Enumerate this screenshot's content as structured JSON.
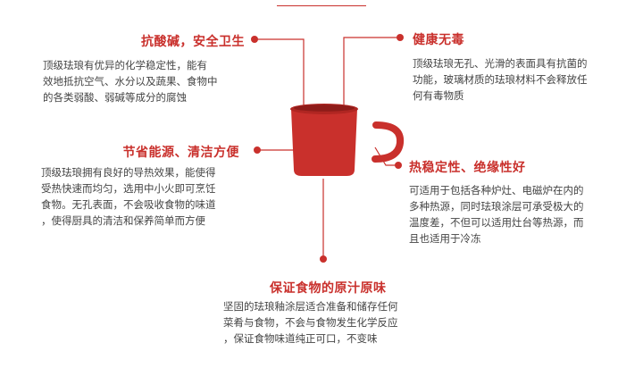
{
  "accent_color": "#c9302c",
  "icon": "red-enamel-mug-icon",
  "sections": {
    "top_left": {
      "title": "抗酸碱，安全卫生",
      "lines": [
        "顶级珐琅有优异的化学稳定性，能有",
        "效地抵抗空气、水分以及蔬果、食物中",
        "的各类弱酸、弱碱等成分的腐蚀"
      ]
    },
    "top_right": {
      "title": "健康无毒",
      "lines": [
        "顶级珐琅无孔、光滑的表面具有抗菌的",
        "功能，玻璃材质的珐琅材料不会释放任",
        "何有毒物质"
      ]
    },
    "mid_left": {
      "title": "节省能源、清洁方便",
      "lines": [
        "顶级珐琅拥有良好的导热效果，能使得",
        "受热快速而均匀，选用中小火即可烹饪",
        "食物。无孔表面，不会吸收食物的味道",
        "，使得厨具的清洁和保养简单而方便"
      ]
    },
    "mid_right": {
      "title": "热稳定性、绝缘性好",
      "lines": [
        "可适用于包括各种炉灶、电磁炉在内的",
        "多种热源，同时珐琅涂层可承受极大的",
        "温度差，不但可以适用灶台等热源，而",
        "且也适用于冷冻"
      ]
    },
    "bottom": {
      "title": "保证食物的原汁原味",
      "lines": [
        "坚固的珐琅釉涂层适合准备和储存任何",
        "菜肴与食物，不会与食物发生化学反应",
        "，保证食物味道纯正可口，不变味"
      ]
    }
  }
}
